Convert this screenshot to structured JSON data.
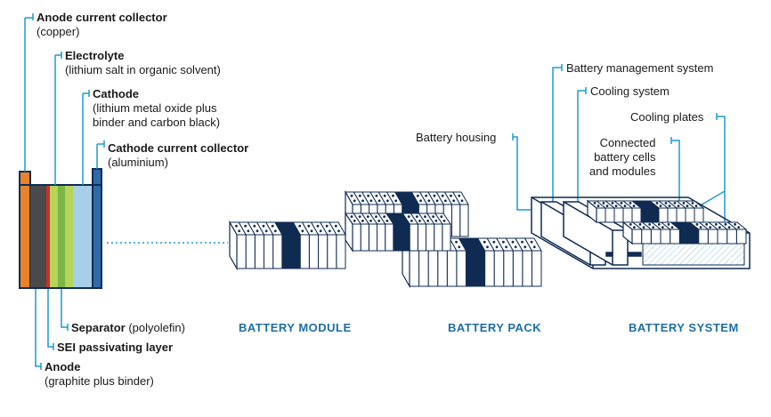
{
  "labels": {
    "anode_cc": {
      "title": "Anode current collector",
      "sub": "(copper)"
    },
    "electrolyte": {
      "title": "Electrolyte",
      "sub": "(lithium salt in organic solvent)"
    },
    "cathode": {
      "title": "Cathode",
      "sub1": "(lithium metal oxide plus",
      "sub2": "binder and carbon black)"
    },
    "cathode_cc": {
      "title": "Cathode current collector",
      "sub": "(aluminium)"
    },
    "separator": {
      "title": "Separator",
      "sub": " (polyolefin)"
    },
    "sei": {
      "title": "SEI passivating layer"
    },
    "anode": {
      "title": "Anode",
      "sub": "(graphite plus binder)"
    },
    "battery_housing": "Battery housing",
    "bms": "Battery management system",
    "cooling_system": "Cooling system",
    "cooling_plates": "Cooling plates",
    "connected": {
      "l1": "Connected",
      "l2": "battery cells",
      "l3": "and modules"
    }
  },
  "captions": {
    "module": "BATTERY MODULE",
    "pack": "BATTERY PACK",
    "system": "BATTERY SYSTEM"
  },
  "colors": {
    "accent": "#1d9ad6",
    "anode_cc": "#e8832a",
    "anode": "#4a4a4a",
    "sei": "#c9302c",
    "separator_green": "#7ab648",
    "separator_light": "#b6d35a",
    "cathode": "#a8cfe9",
    "cathode_cc": "#2f6aa6",
    "dark_navy": "#0f2b52",
    "caption": "#1d6fa5"
  }
}
